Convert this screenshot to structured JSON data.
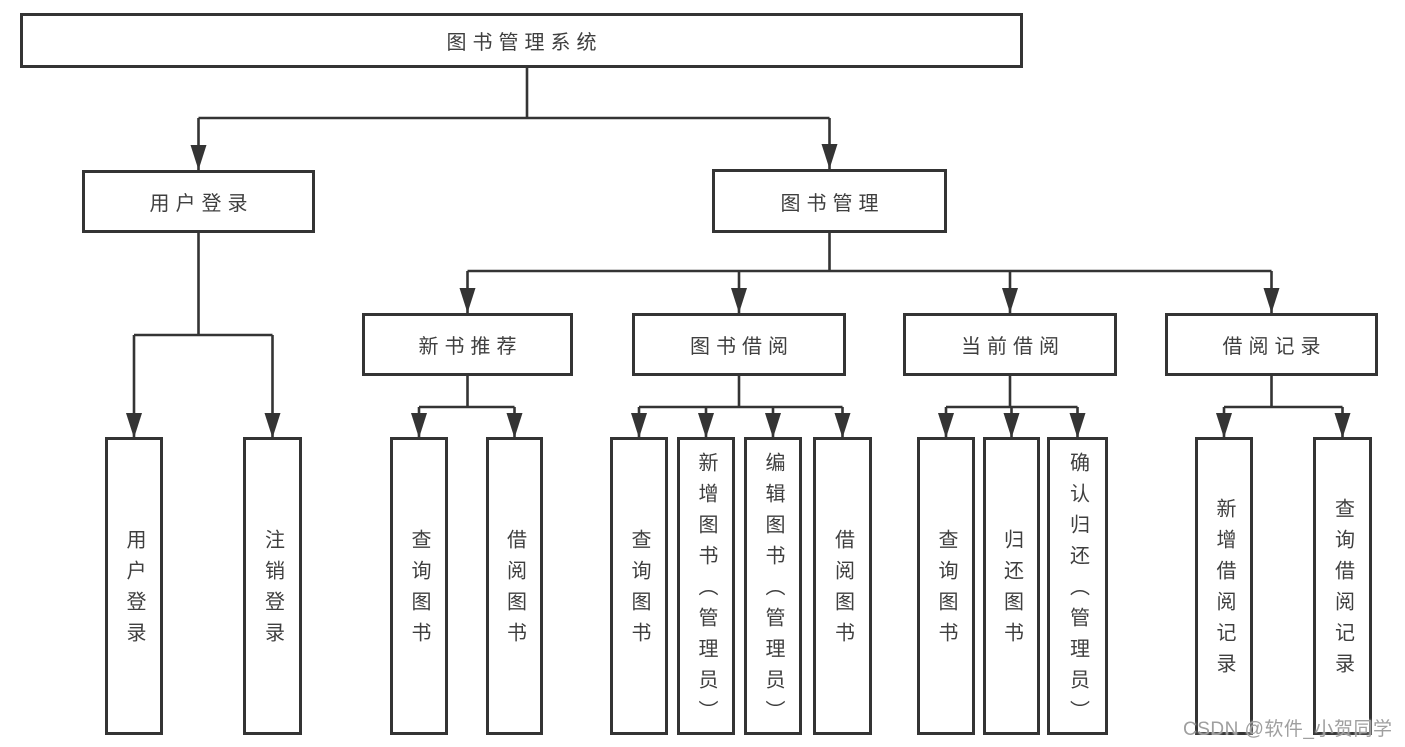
{
  "tree": {
    "root": {
      "label": "图书管理系统"
    },
    "branches": [
      {
        "label": "用户登录",
        "children": [
          {
            "label": "用户登录"
          },
          {
            "label": "注销登录"
          }
        ]
      },
      {
        "label": "图书管理",
        "children": [
          {
            "label": "新书推荐",
            "children": [
              {
                "label": "查询图书"
              },
              {
                "label": "借阅图书"
              }
            ]
          },
          {
            "label": "图书借阅",
            "children": [
              {
                "label": "查询图书"
              },
              {
                "label": "新增图书（管理员）"
              },
              {
                "label": "编辑图书（管理员）"
              },
              {
                "label": "借阅图书"
              }
            ]
          },
          {
            "label": "当前借阅",
            "children": [
              {
                "label": "查询图书"
              },
              {
                "label": "归还图书"
              },
              {
                "label": "确认归还（管理员）"
              }
            ]
          },
          {
            "label": "借阅记录",
            "children": [
              {
                "label": "新增借阅记录"
              },
              {
                "label": "查询借阅记录"
              }
            ]
          }
        ]
      }
    ]
  },
  "watermark": {
    "text": "CSDN @软件_小贺同学"
  },
  "colors": {
    "line": "#343434",
    "box_border": "#343434",
    "text": "#3f3f3f",
    "watermark": "#9f9f9f",
    "background": "#ffffff"
  }
}
